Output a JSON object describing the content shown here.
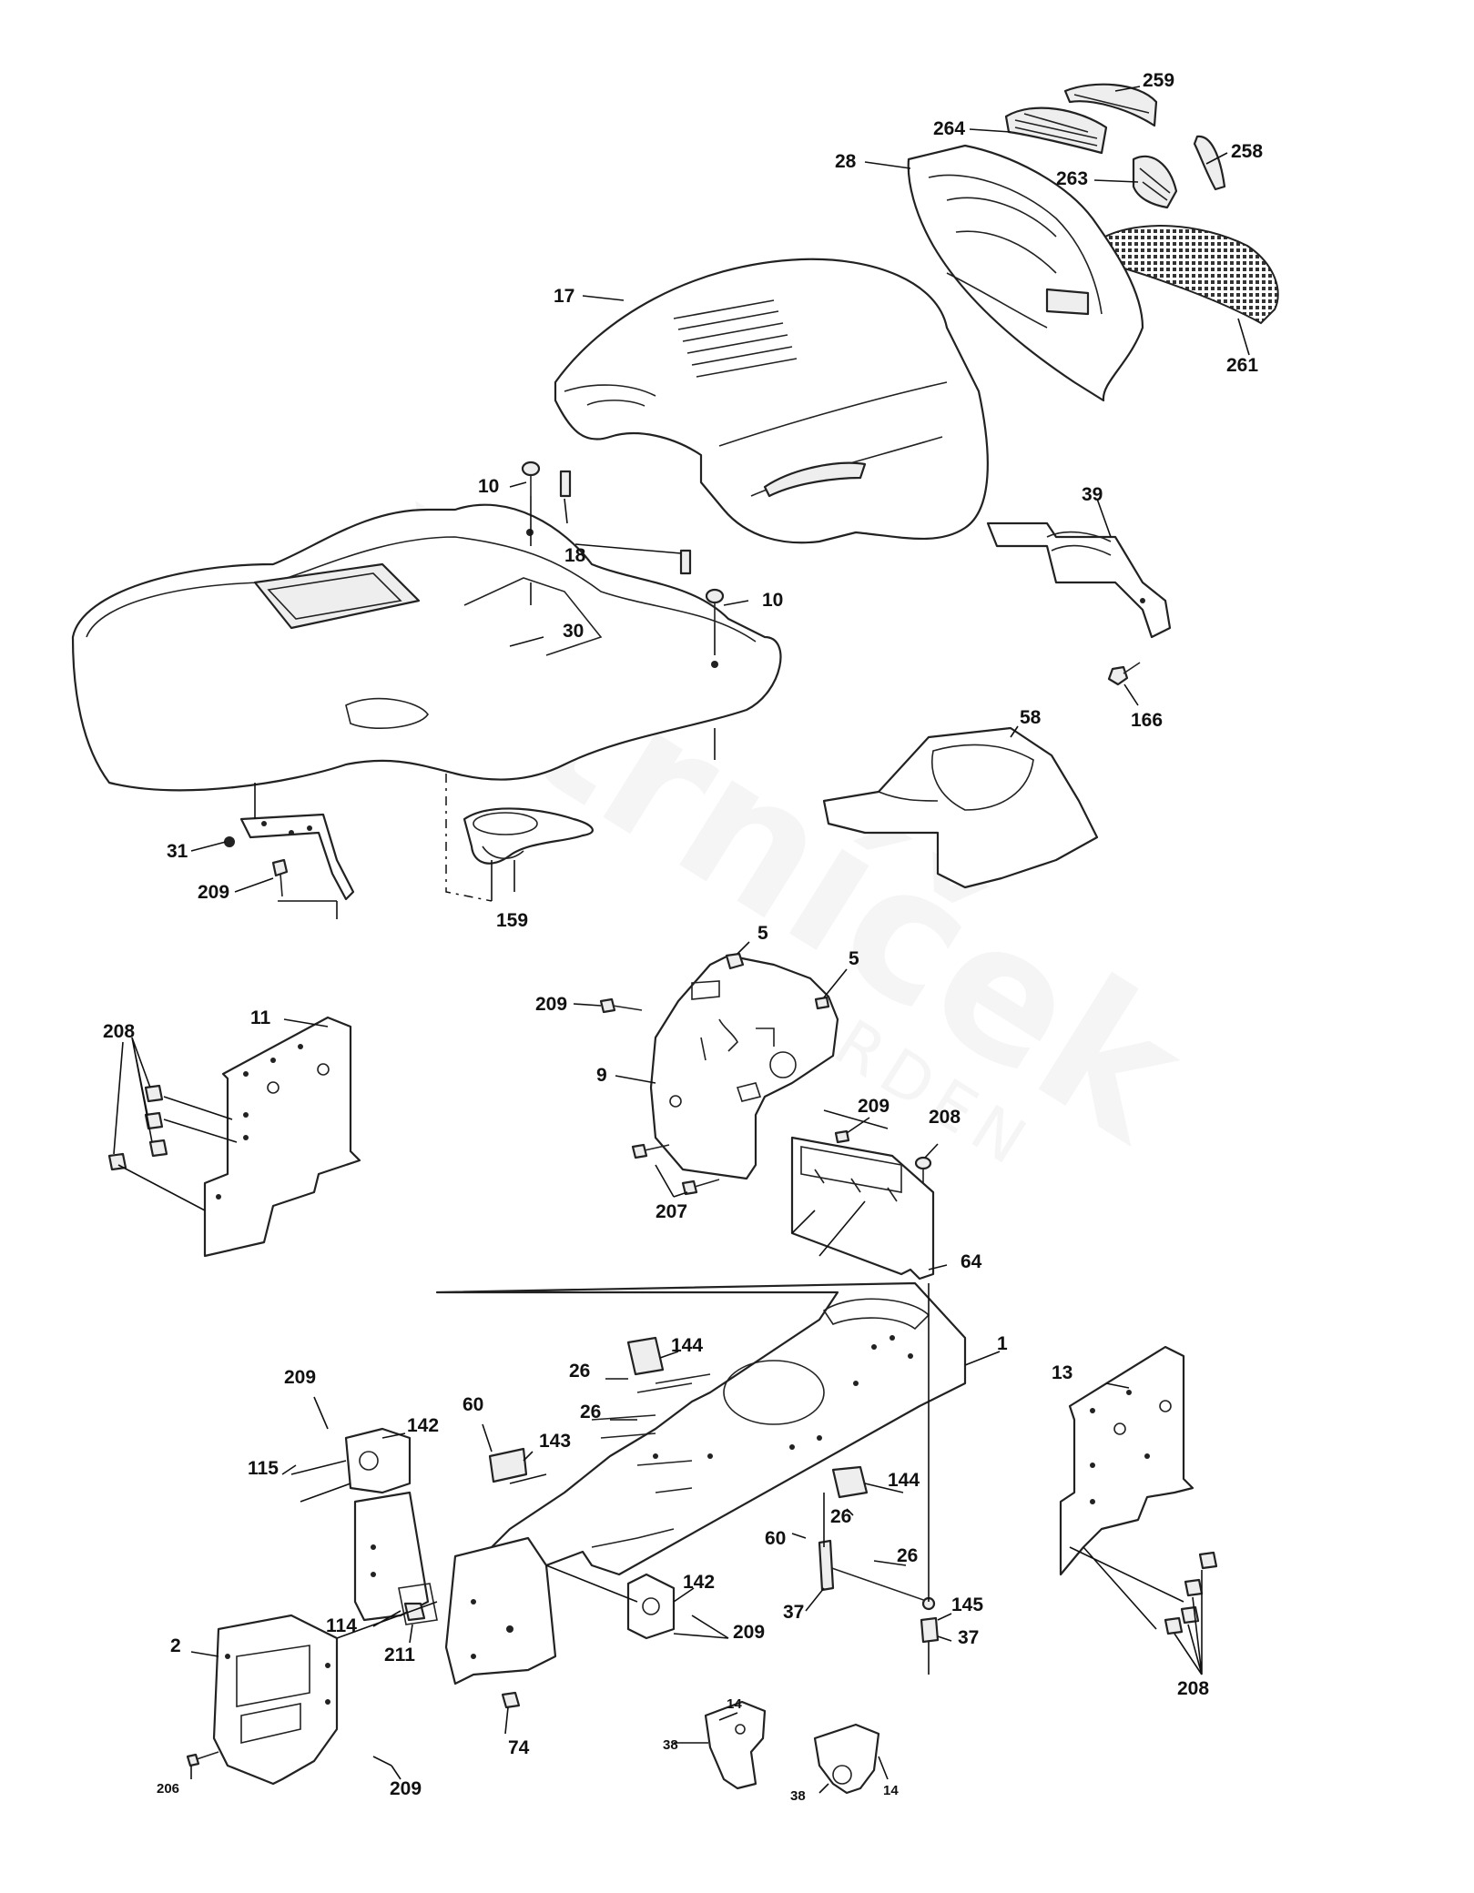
{
  "watermark": {
    "brand": "Šetrníček",
    "sub": "GARDEN"
  },
  "callouts": {
    "c259": "259",
    "c264": "264",
    "c258": "258",
    "c28": "28",
    "c263": "263",
    "c17": "17",
    "c261": "261",
    "c10a": "10",
    "c18": "18",
    "c10b": "10",
    "c30": "30",
    "c39": "39",
    "c166": "166",
    "c58": "58",
    "c31": "31",
    "c209a": "209",
    "c159": "159",
    "c5a": "5",
    "c5b": "5",
    "c209b": "209",
    "c208a": "208",
    "c11": "11",
    "c9": "9",
    "c209c": "209",
    "c208b": "208",
    "c207": "207",
    "c64": "64",
    "c1": "1",
    "c144a": "144",
    "c26a": "26",
    "c209d": "209",
    "c26b": "26",
    "c13": "13",
    "c60a": "60",
    "c142a": "142",
    "c143": "143",
    "c115": "115",
    "c144b": "144",
    "c26c": "26",
    "c60b": "60",
    "c26d": "26",
    "c142b": "142",
    "c37a": "37",
    "c145": "145",
    "c114": "114",
    "c209e": "209",
    "c37b": "37",
    "c2": "2",
    "c211": "211",
    "c74": "74",
    "c208c": "208",
    "c14a": "14",
    "c38a": "38",
    "c14b": "14",
    "c38b": "38",
    "c206": "206",
    "c209f": "209"
  }
}
